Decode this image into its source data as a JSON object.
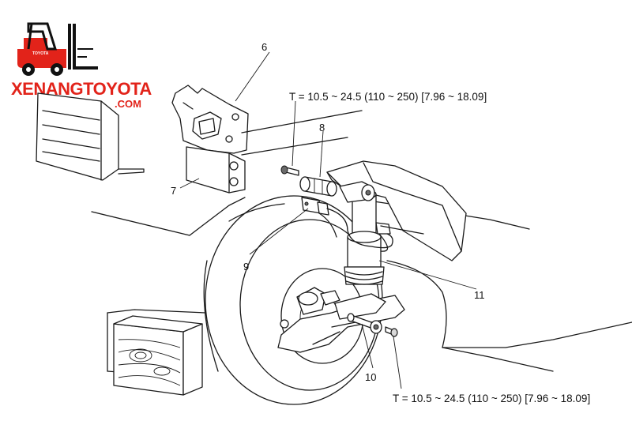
{
  "logo": {
    "wordmark": "XENANGTOYOTA",
    "domain": ".COM",
    "badge": "TOYOTA",
    "brand_color": "#e2231a"
  },
  "callouts": {
    "c6": "6",
    "c7": "7",
    "c8": "8",
    "c9": "9",
    "c10": "10",
    "c11": "11"
  },
  "torque": {
    "upper": "T = 10.5 ~ 24.5 (110 ~ 250) [7.96 ~ 18.09]",
    "lower": "T = 10.5 ~ 24.5 (110 ~ 250) [7.96 ~ 18.09]"
  }
}
